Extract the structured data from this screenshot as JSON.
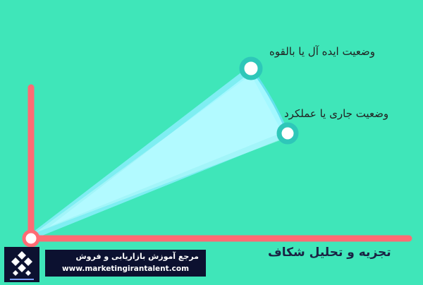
{
  "diagram": {
    "points": [
      {
        "label": "وضعیت ایده آل یا بالقوه"
      },
      {
        "label": "وضعیت جاری یا عملکرد"
      }
    ],
    "caption": "تجزیه و تحلیل شکاف"
  },
  "branding": {
    "title": "مرجع آموزش بازاریابی و فروش",
    "url": "www.marketingirantalent.com"
  },
  "colors": {
    "background": "#3fe6b9",
    "axis": "#ff6b74",
    "sector_fill": "#a3f8ff",
    "sector_edge": "#65e2ee",
    "marker_ring": "#2ec7b9",
    "banner": "#0c1130"
  }
}
